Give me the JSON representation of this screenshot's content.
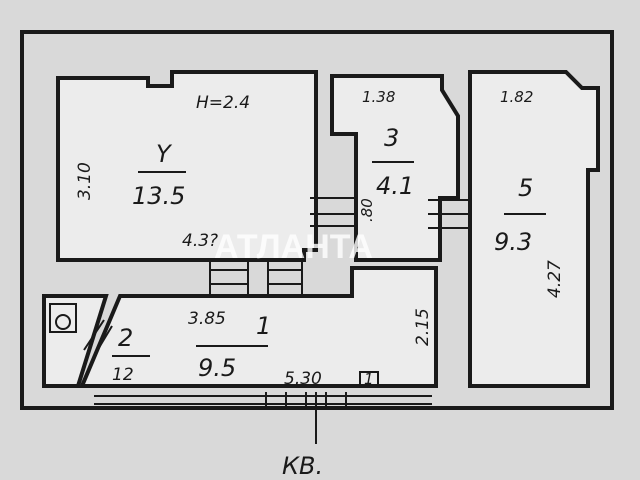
{
  "watermark": "АТЛАНТА",
  "rooms": [
    {
      "id": "room-4",
      "number": "Y",
      "area": "13.5",
      "height": "H=2.4",
      "width": "3.10",
      "length": "4.3?"
    },
    {
      "id": "room-3",
      "number": "3",
      "area": "4.1",
      "dim": "1.38",
      "side": ".80"
    },
    {
      "id": "room-5",
      "number": "5",
      "area": "9.3",
      "dim": "1.82",
      "side": "4.27"
    },
    {
      "id": "room-2",
      "number": "2",
      "area": "12"
    },
    {
      "id": "room-1",
      "number": "1",
      "area": "9.5",
      "dim": "3.85",
      "side": "2.15",
      "length": "5.30"
    }
  ],
  "marker": "1",
  "entrance": "КВ."
}
